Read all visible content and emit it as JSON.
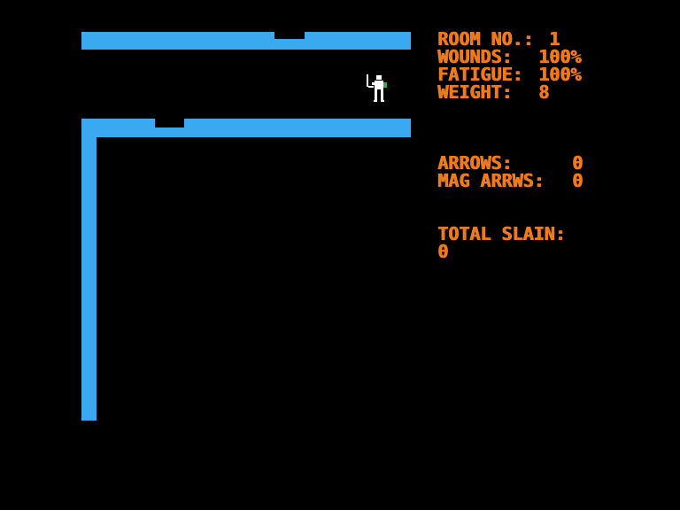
{
  "colors": {
    "background": "#000000",
    "wall": "#3aa9f0",
    "text": "#f07a1a",
    "player": "#ffffff",
    "player_item": "#3ab040"
  },
  "stats": {
    "room_label": "ROOM NO.:",
    "room_value": "1",
    "wounds_label": "WOUNDS:",
    "wounds_value": "100%",
    "fatigue_label": "FATIGUE:",
    "fatigue_value": "100%",
    "weight_label": "WEIGHT:",
    "weight_value": "8",
    "arrows_label": "ARROWS:",
    "arrows_value": "0",
    "mag_arrows_label": "MAG ARRWS:",
    "mag_arrows_value": "0",
    "total_slain_label": "TOTAL SLAIN:",
    "total_slain_value": "0"
  },
  "sprites": {
    "player": "adventurer-with-bow-icon"
  }
}
